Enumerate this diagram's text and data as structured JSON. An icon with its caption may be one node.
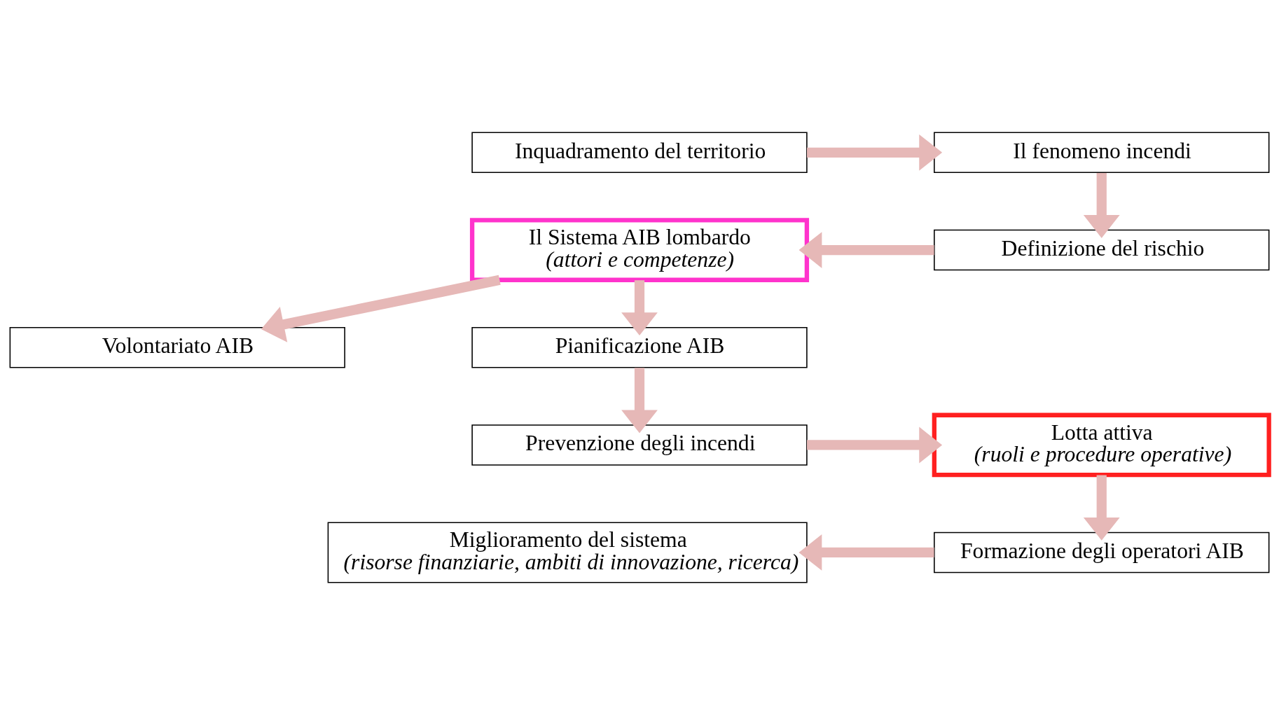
{
  "diagram": {
    "nodes": [
      {
        "text": [
          "Inquadramento del territorio"
        ]
      },
      {
        "text": [
          "Il fenomeno incendi"
        ]
      },
      {
        "text": [
          "Il Sistema AIB lombardo",
          "(attori e competenze)"
        ]
      },
      {
        "text": [
          "Definizione del rischio"
        ]
      },
      {
        "text": [
          "Volontariato AIB"
        ]
      },
      {
        "text": [
          "Pianificazione AIB"
        ]
      },
      {
        "text": [
          "Prevenzione degli incendi"
        ]
      },
      {
        "text": [
          "Lotta attiva",
          "(ruoli e procedure operative)"
        ]
      },
      {
        "text": [
          "Miglioramento del sistema",
          "(risorse finanziarie, ambiti di innovazione, ricerca)"
        ]
      },
      {
        "text": [
          "Formazione degli operatori AIB"
        ]
      }
    ],
    "edges": [
      {
        "from": 0,
        "to": 1,
        "arrow": "to"
      },
      {
        "from": 1,
        "to": 3,
        "arrow": "to"
      },
      {
        "from": 3,
        "to": 2,
        "arrow": "to"
      },
      {
        "from": 2,
        "to": 5,
        "arrow": "to"
      },
      {
        "from": 2,
        "to": 4,
        "arrow": "to"
      },
      {
        "from": 5,
        "to": 6,
        "arrow": "to"
      },
      {
        "from": 6,
        "to": 7,
        "arrow": "to"
      },
      {
        "from": 7,
        "to": 9,
        "arrow": "to"
      },
      {
        "from": 9,
        "to": 8,
        "arrow": "to"
      }
    ]
  }
}
